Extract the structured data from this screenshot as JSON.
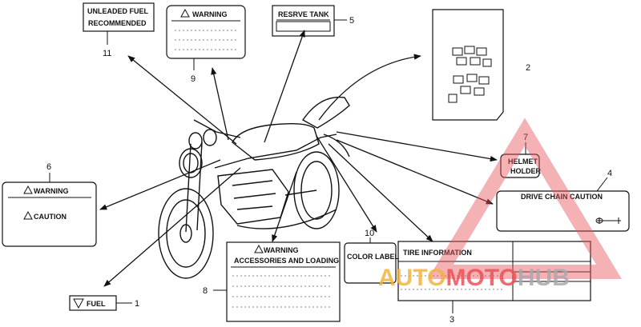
{
  "callouts": {
    "c1": {
      "num": "1",
      "text": "FUEL"
    },
    "c2": {
      "num": "2"
    },
    "c3": {
      "num": "3",
      "text": "TIRE INFORMATION"
    },
    "c4": {
      "num": "4",
      "text": "DRIVE CHAIN CAUTION"
    },
    "c5": {
      "num": "5",
      "text": "RESRVE TANK"
    },
    "c6": {
      "num": "6",
      "warning": "WARNING",
      "caution": "CAUTION"
    },
    "c7": {
      "num": "7",
      "line1": "HELMET",
      "line2": "HOLDER"
    },
    "c8": {
      "num": "8",
      "line1": "WARNING",
      "line2": "ACCESSORIES AND LOADING"
    },
    "c9": {
      "num": "9",
      "text": "WARNING"
    },
    "c10": {
      "num": "10",
      "text": "COLOR LABEL"
    },
    "c11": {
      "num": "11",
      "line1": "UNLEADED FUEL",
      "line2": "RECOMMENDED"
    }
  },
  "watermark": {
    "part1": "AUTO",
    "part2": "MOTO",
    "part3": "HUB",
    "colors": {
      "red": "#e8545a",
      "gold": "#f0b43c",
      "gray": "#a7a9ac"
    }
  },
  "colors": {
    "ink": "#111111",
    "background": "#ffffff"
  }
}
